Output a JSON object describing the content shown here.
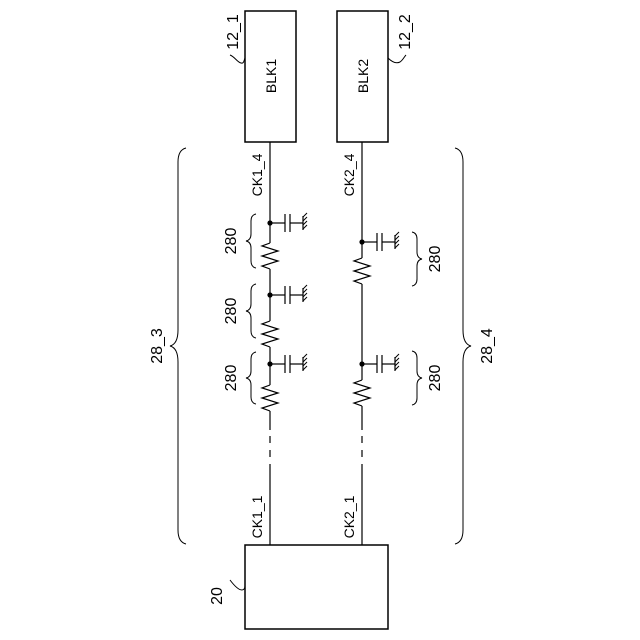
{
  "blocks": {
    "blk1": {
      "label": "BLK1",
      "ref": "12_1"
    },
    "blk2": {
      "label": "BLK2",
      "ref": "12_2"
    },
    "driver": {
      "ref": "20"
    }
  },
  "wires": {
    "ck1_end": "CK1_4",
    "ck2_end": "CK2_4",
    "ck1_start": "CK1_1",
    "ck2_start": "CK2_1"
  },
  "groups": {
    "left": "28_3",
    "right": "28_4"
  },
  "rc_stage_label": "280"
}
